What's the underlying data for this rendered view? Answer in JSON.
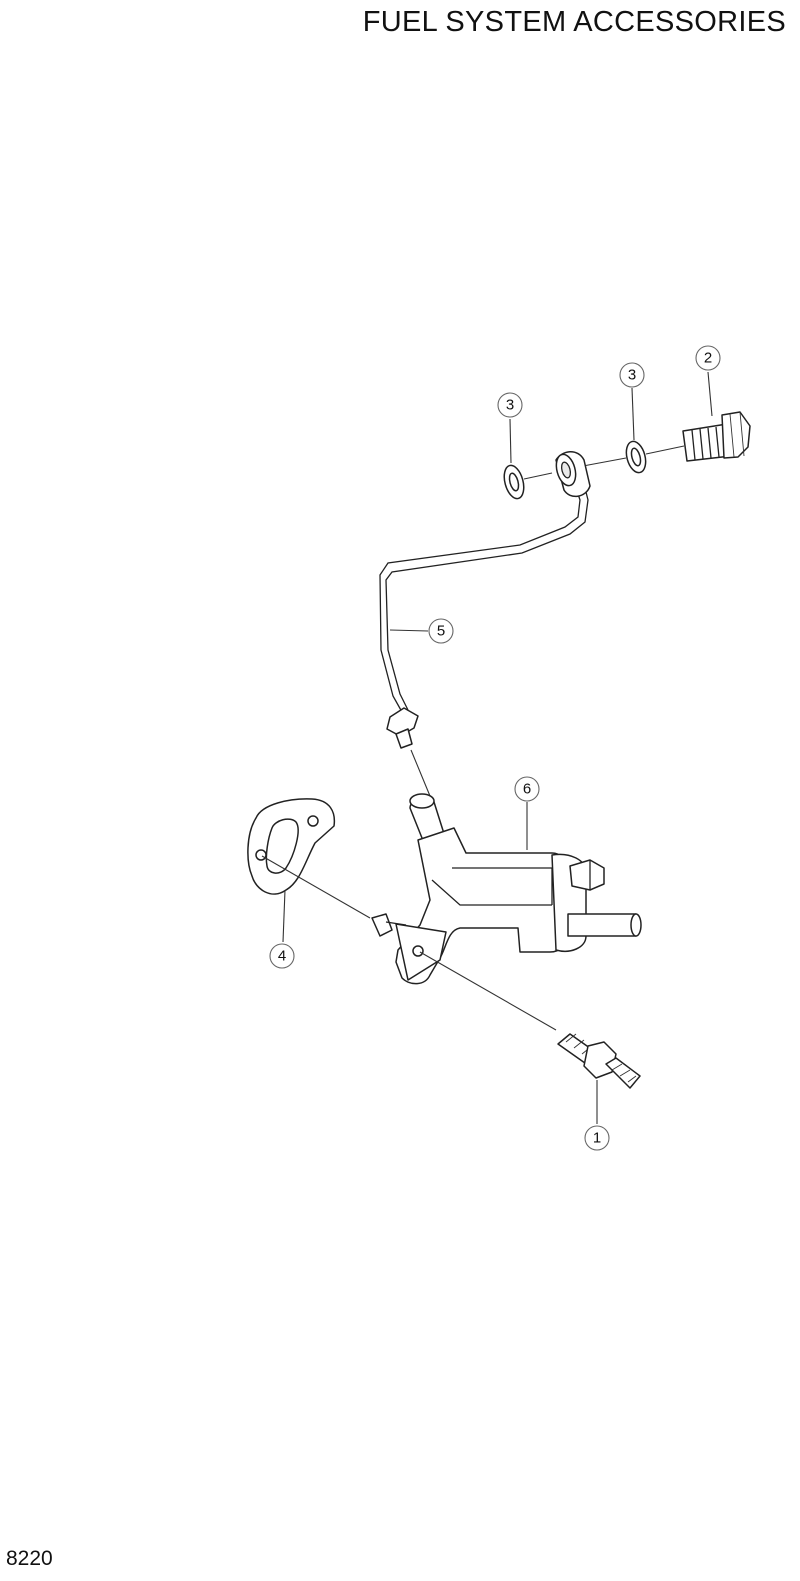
{
  "title": "FUEL SYSTEM ACCESSORIES",
  "page_number": "8220",
  "callouts": [
    {
      "id": "callout-1",
      "label": "1"
    },
    {
      "id": "callout-2",
      "label": "2"
    },
    {
      "id": "callout-3a",
      "label": "3"
    },
    {
      "id": "callout-3b",
      "label": "3"
    },
    {
      "id": "callout-4",
      "label": "4"
    },
    {
      "id": "callout-5",
      "label": "5"
    },
    {
      "id": "callout-6",
      "label": "6"
    }
  ]
}
